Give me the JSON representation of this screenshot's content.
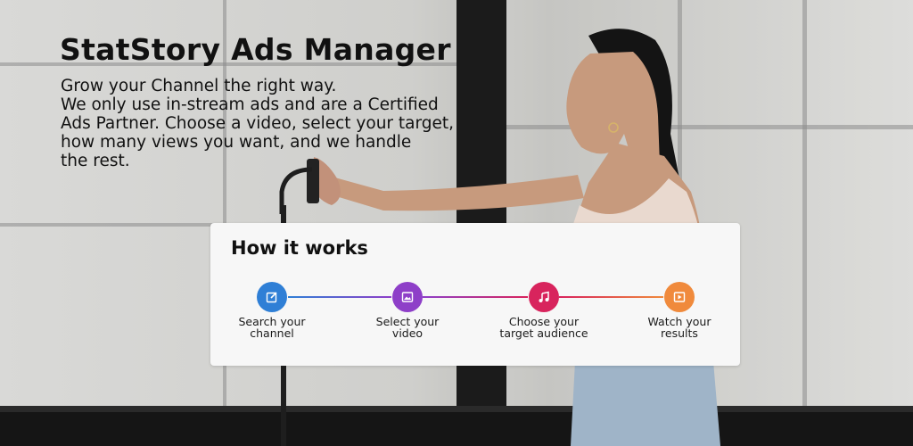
{
  "hero": {
    "title": "StatStory Ads Manager",
    "description_lines": [
      "Grow your Channel the right way.",
      "We only use in-stream ads and are a Certified",
      "Ads Partner. Choose a video, select your target,",
      "how many views you want, and we handle",
      "the rest."
    ]
  },
  "how_it_works": {
    "title": "How it works",
    "steps": [
      {
        "label_lines": [
          "Search your",
          "channel"
        ],
        "icon": "edit-icon",
        "color": "#2f7fd6"
      },
      {
        "label_lines": [
          "Select your",
          "video"
        ],
        "icon": "image-icon",
        "color": "#8e3fc8"
      },
      {
        "label_lines": [
          "Choose your",
          "target audience"
        ],
        "icon": "music-note-icon",
        "color": "#d8245d"
      },
      {
        "label_lines": [
          "Watch your",
          "results"
        ],
        "icon": "play-icon",
        "color": "#f08a3c"
      }
    ]
  }
}
